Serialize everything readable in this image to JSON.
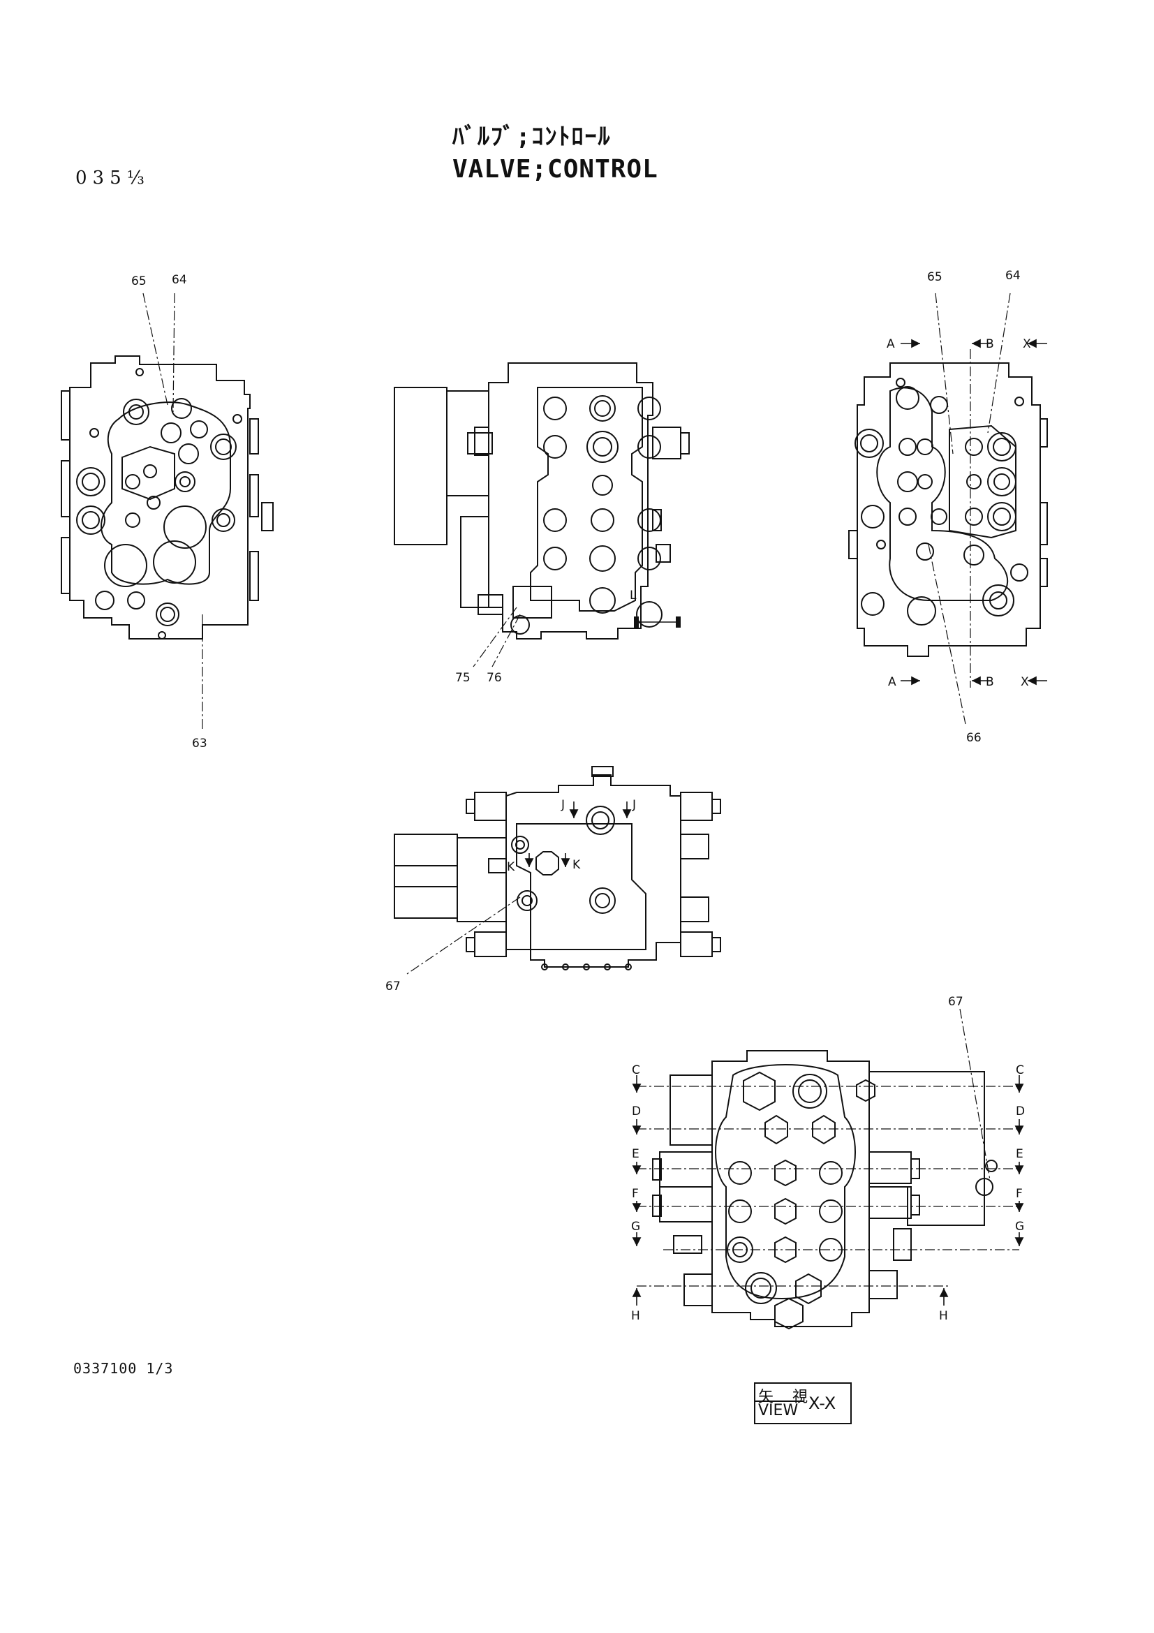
{
  "header": {
    "title_jp": "ﾊﾞﾙﾌﾞ;ｺﾝﾄﾛｰﾙ",
    "title_en": "VALVE;CONTROL",
    "sheet": "035⅓"
  },
  "footer": {
    "drawing_number": "0337100 1/3"
  },
  "view_label": {
    "jp": "矢 視",
    "en": "VIEW",
    "id": "X-X"
  },
  "callouts": {
    "top_left": [
      "65",
      "64",
      "63"
    ],
    "top_center": [
      "75",
      "76"
    ],
    "top_right": [
      "65",
      "64",
      "66"
    ],
    "middle": [
      "67"
    ],
    "bottom_right": [
      "67"
    ]
  },
  "section_marks": {
    "top_right_top": [
      "A",
      "B",
      "X"
    ],
    "top_right_bottom": [
      "A",
      "B",
      "X"
    ],
    "middle": [
      "J",
      "J",
      "K",
      "K"
    ],
    "top_center": [
      "L"
    ],
    "bottom_right_left": [
      "C",
      "D",
      "E",
      "F",
      "G",
      "H"
    ],
    "bottom_right_right": [
      "C",
      "D",
      "E",
      "F",
      "G",
      "H"
    ]
  }
}
